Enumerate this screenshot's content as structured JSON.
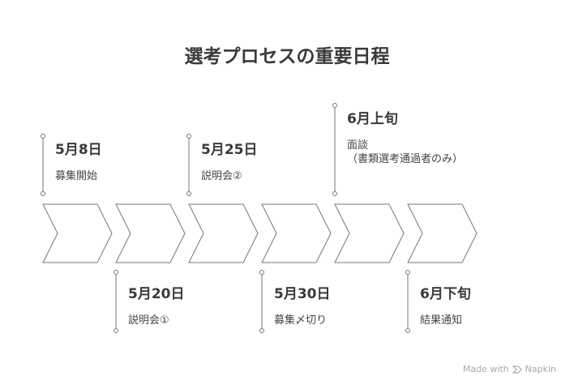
{
  "title": "選考プロセスの重要日程",
  "events": [
    {
      "date": "5月8日",
      "desc": "募集開始",
      "position": "above"
    },
    {
      "date": "5月20日",
      "desc": "説明会①",
      "position": "below"
    },
    {
      "date": "5月25日",
      "desc": "説明会②",
      "position": "above"
    },
    {
      "date": "5月30日",
      "desc": "募集〆切り",
      "position": "below"
    },
    {
      "date": "6月上旬",
      "desc": "面談\n（書類選考通過者のみ）",
      "position": "above"
    },
    {
      "date": "6月下旬",
      "desc": "結果通知",
      "position": "below"
    }
  ],
  "footer": {
    "made_with": "Made with",
    "brand": "Napkin"
  },
  "colors": {
    "line": "#777777",
    "text": "#3a3a3a",
    "footer": "#a8a8a8"
  }
}
